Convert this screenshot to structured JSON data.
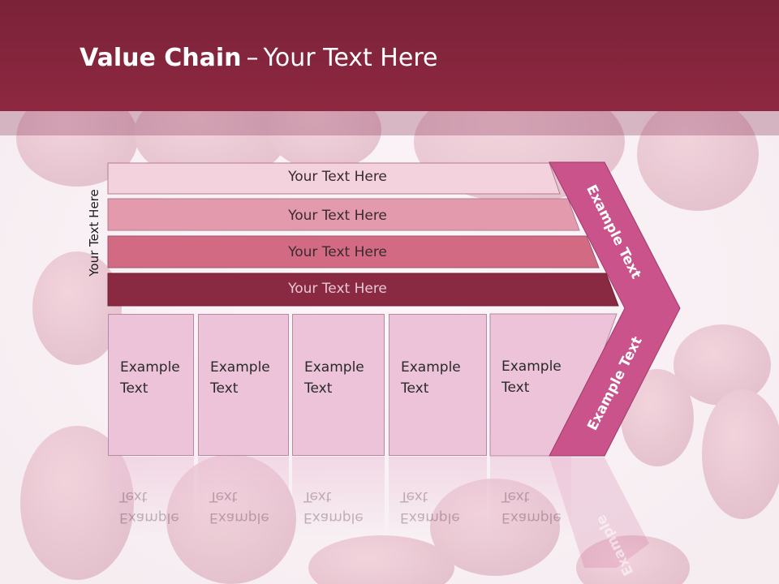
{
  "slide": {
    "title_bold": "Value Chain",
    "title_dash": "–",
    "title_rest": "Your Text Here",
    "side_label": "Your Text Here"
  },
  "bars": [
    {
      "label": "Your Text Here",
      "fill": "#f3d2dd",
      "text": "#3a2a30"
    },
    {
      "label": "Your Text Here",
      "fill": "#e39aad",
      "text": "#3a2a30"
    },
    {
      "label": "Your Text Here",
      "fill": "#d36a84",
      "text": "#3a2a30"
    },
    {
      "label": "Your Text Here",
      "fill": "#8a2a42",
      "text": "#e8c8d4"
    }
  ],
  "boxes": [
    {
      "line1": "Example",
      "line2": "Text"
    },
    {
      "line1": "Example",
      "line2": "Text"
    },
    {
      "line1": "Example",
      "line2": "Text"
    },
    {
      "line1": "Example",
      "line2": "Text"
    },
    {
      "line1": "Example",
      "line2": "Text"
    }
  ],
  "arrow": {
    "upper_label": "Example Text",
    "lower_label": "Example Text",
    "fill": "#c9538a"
  },
  "colors": {
    "header": "#8e2841",
    "box_fill": "#ecc3d8"
  }
}
